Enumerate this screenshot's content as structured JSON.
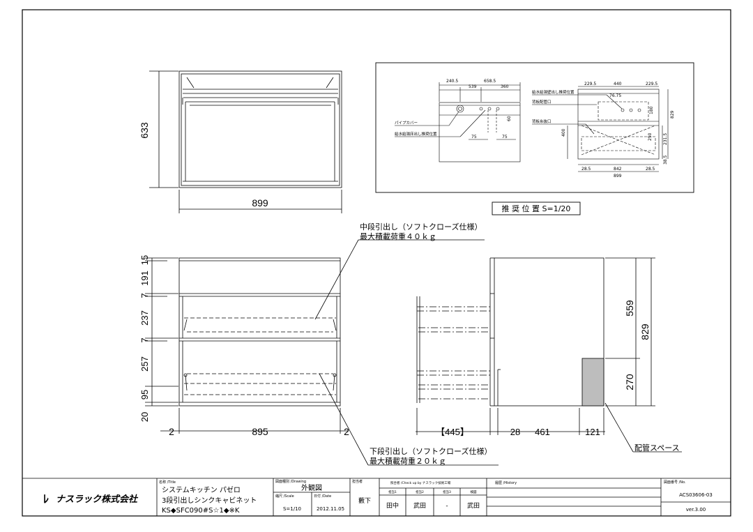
{
  "top_view": {
    "height_dim": "633",
    "width_dim": "899"
  },
  "front_view": {
    "left_dims": [
      "15",
      "191",
      "7",
      "237",
      "7",
      "257",
      "95",
      "20"
    ],
    "bottom_dims": [
      "2",
      "895",
      "2"
    ]
  },
  "side_view": {
    "bottom_dims": [
      "【445】",
      "28",
      "461",
      "121"
    ],
    "right_dims": [
      "559",
      "829",
      "270"
    ]
  },
  "annotations": {
    "middle_drawer": {
      "line1": "中段引出し（ソフトクローズ仕様）",
      "line2": "最大積載荷重４０ｋｇ"
    },
    "lower_drawer": {
      "line1": "下段引出し（ソフトクローズ仕様）",
      "line2": "最大積載荷重２０ｋｇ"
    },
    "piping_space": "配管スペース"
  },
  "recommended": {
    "title": "推 奨 位 置  S=1/20",
    "left_dims": {
      "d1": "240.5",
      "d2": "658.5",
      "d3": "539",
      "d4": "360",
      "d5": "60",
      "d6": "75",
      "d7": "75"
    },
    "left_labels": {
      "pipe_cover": "パイプカバー",
      "drain": "給水給湯床出し推奨位置"
    },
    "right_dims": {
      "d1": "229.5",
      "d2": "440",
      "d3": "229.5",
      "d4": "76.75",
      "d5": "180",
      "d6": "400",
      "d7": "250",
      "d8": "231.5",
      "d9": "829",
      "d10": "38.5",
      "d11": "28.5",
      "d12": "842",
      "d13": "28.5",
      "d14": "899"
    },
    "right_labels": {
      "wall": "給水給湯壁出し推奨位置",
      "back_pipe": "背板配管口",
      "back_release": "背板糸抜口"
    }
  },
  "title_block": {
    "company": "ナスラック株式会社",
    "name_label": "名称 /Title",
    "name_line1": "システムキッチン  パゼロ",
    "name_line2": "3段引出しシンクキャビネット",
    "name_line3": "KS◆SFC090#S☆1◆※K",
    "drawing_label": "図面種別 /Drawing",
    "drawing_value": "外観図",
    "scale_label": "縮尺 /Scale",
    "scale_value": "S=1/10",
    "date_label": "日付 /Date",
    "date_value": "2012.11.05",
    "designer_label": "担当者",
    "designer_value": "藪下",
    "check_label": "照合者 /Check up by ナスラック技術工場",
    "check_sub": [
      "担当1",
      "担当2",
      "担当3",
      "検図"
    ],
    "check_values": [
      "田中",
      "武田",
      "-",
      "武田"
    ],
    "history_label": "履歴 /History",
    "number_label": "図面番号 /No.",
    "number_value": "ACS03606-03",
    "version": "ver.3.00"
  }
}
